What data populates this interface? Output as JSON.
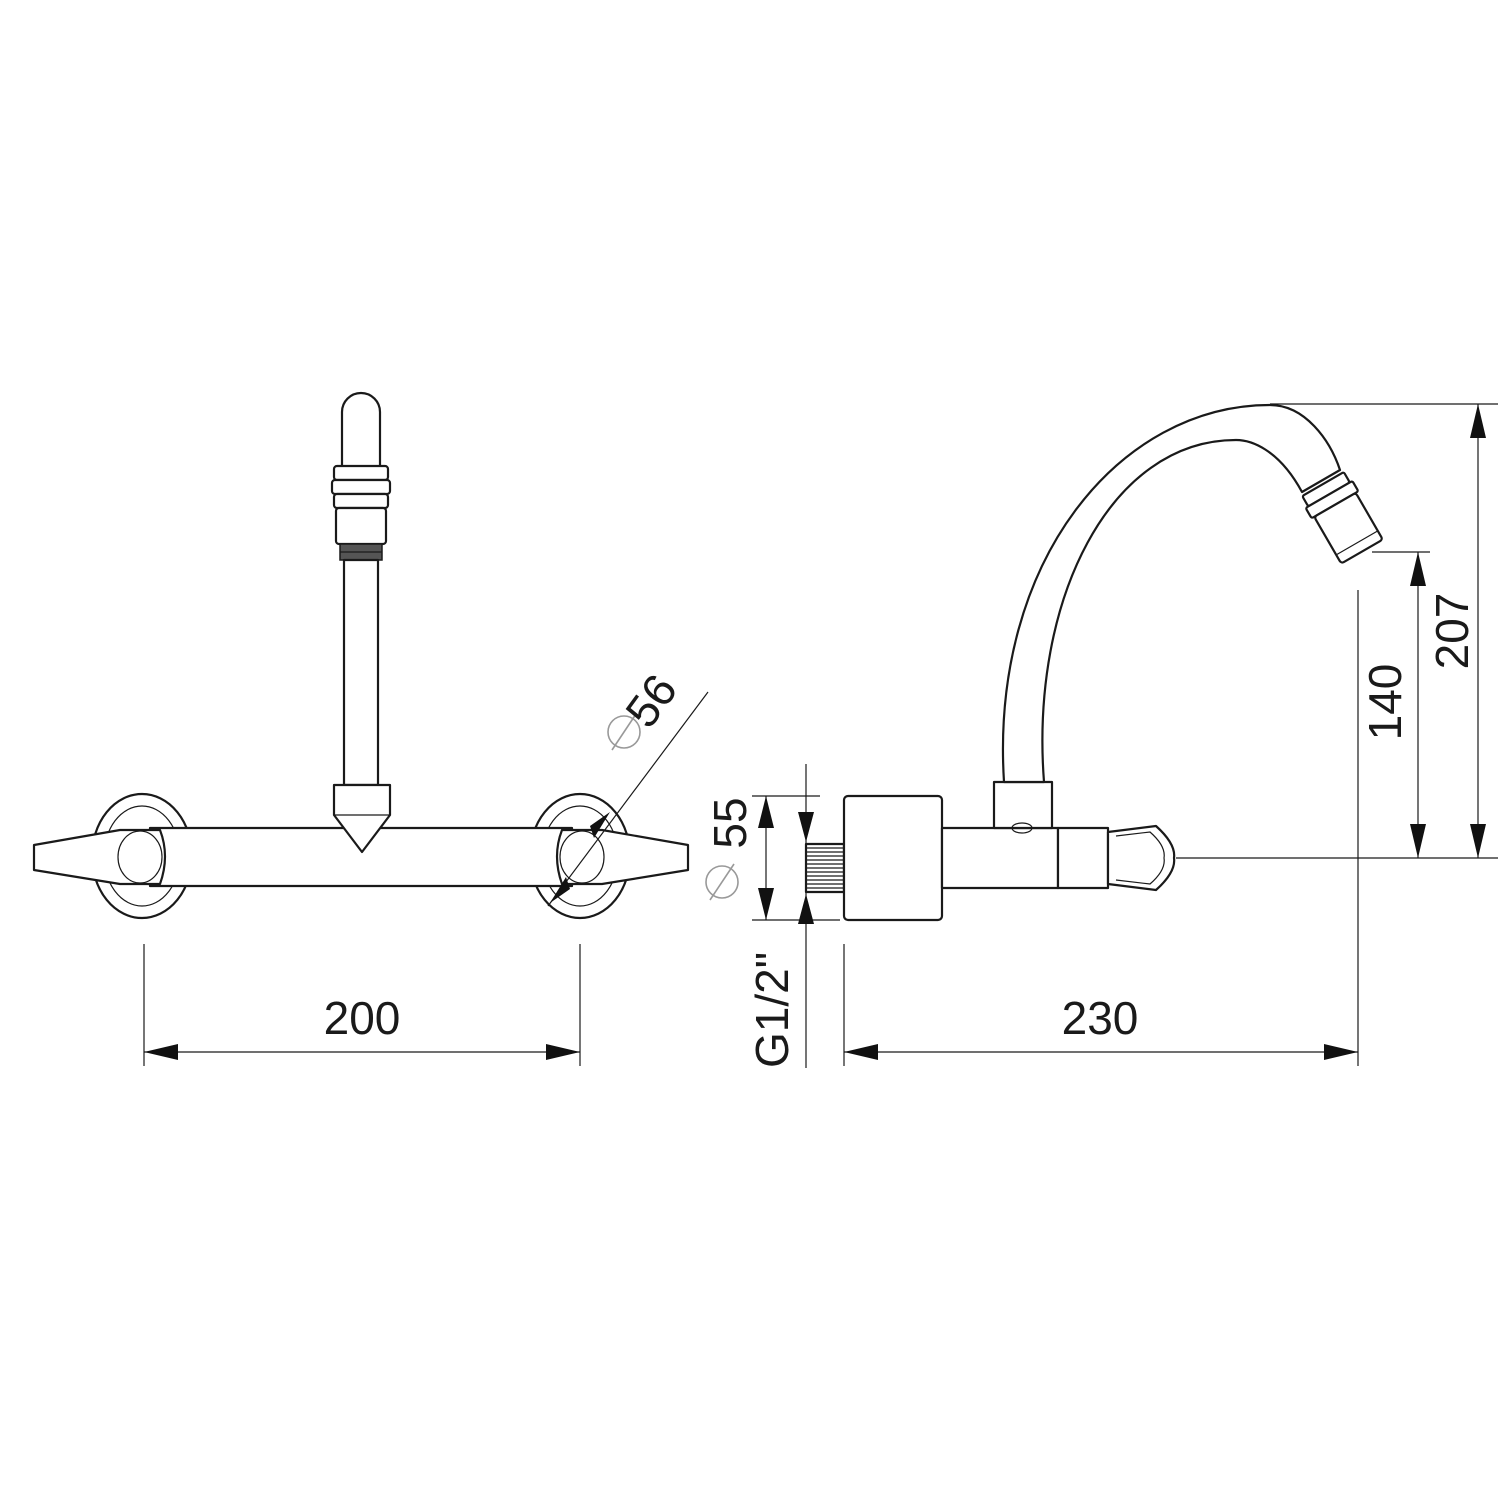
{
  "dimensions": {
    "handle_spacing": "200",
    "projection": "230",
    "rosette_diameter": "56",
    "body_diameter": "55",
    "thread": "G1/2\"",
    "spout_height": "140",
    "total_height": "207"
  },
  "colors": {
    "line": "#1a1a1a",
    "background": "#ffffff",
    "diameter_symbol": "#999999"
  }
}
